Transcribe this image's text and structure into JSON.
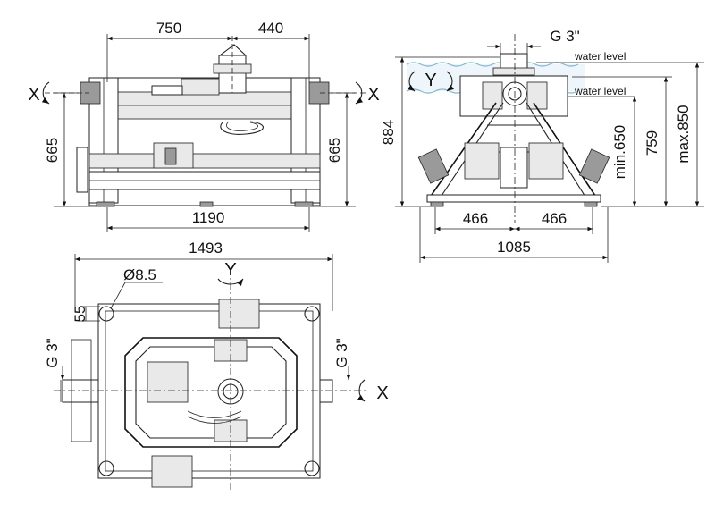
{
  "front_view": {
    "dim_left_width": "750",
    "dim_right_width": "440",
    "dim_bottom_width": "1190",
    "dim_left_height": "665",
    "dim_right_height": "665",
    "axis_left": "X",
    "axis_right": "X"
  },
  "side_view": {
    "thread_top": "G 3\"",
    "axis_y": "Y",
    "water_level_upper": "water level",
    "water_level_lower": "water level",
    "dim_height_total": "884",
    "dim_min_height": "min.650",
    "dim_height_759": "759",
    "dim_max_height": "max.850",
    "dim_half_left": "466",
    "dim_half_right": "466",
    "dim_base_width": "1085"
  },
  "top_view": {
    "dim_overall_width": "1493",
    "hole_diameter": "Ø8.5",
    "dim_hole_offset": "55",
    "thread_left": "G 3\"",
    "thread_right": "G 3\"",
    "axis_y": "Y",
    "axis_x": "X"
  },
  "colors": {
    "line": "#222222",
    "water": "#7fb8d6"
  }
}
